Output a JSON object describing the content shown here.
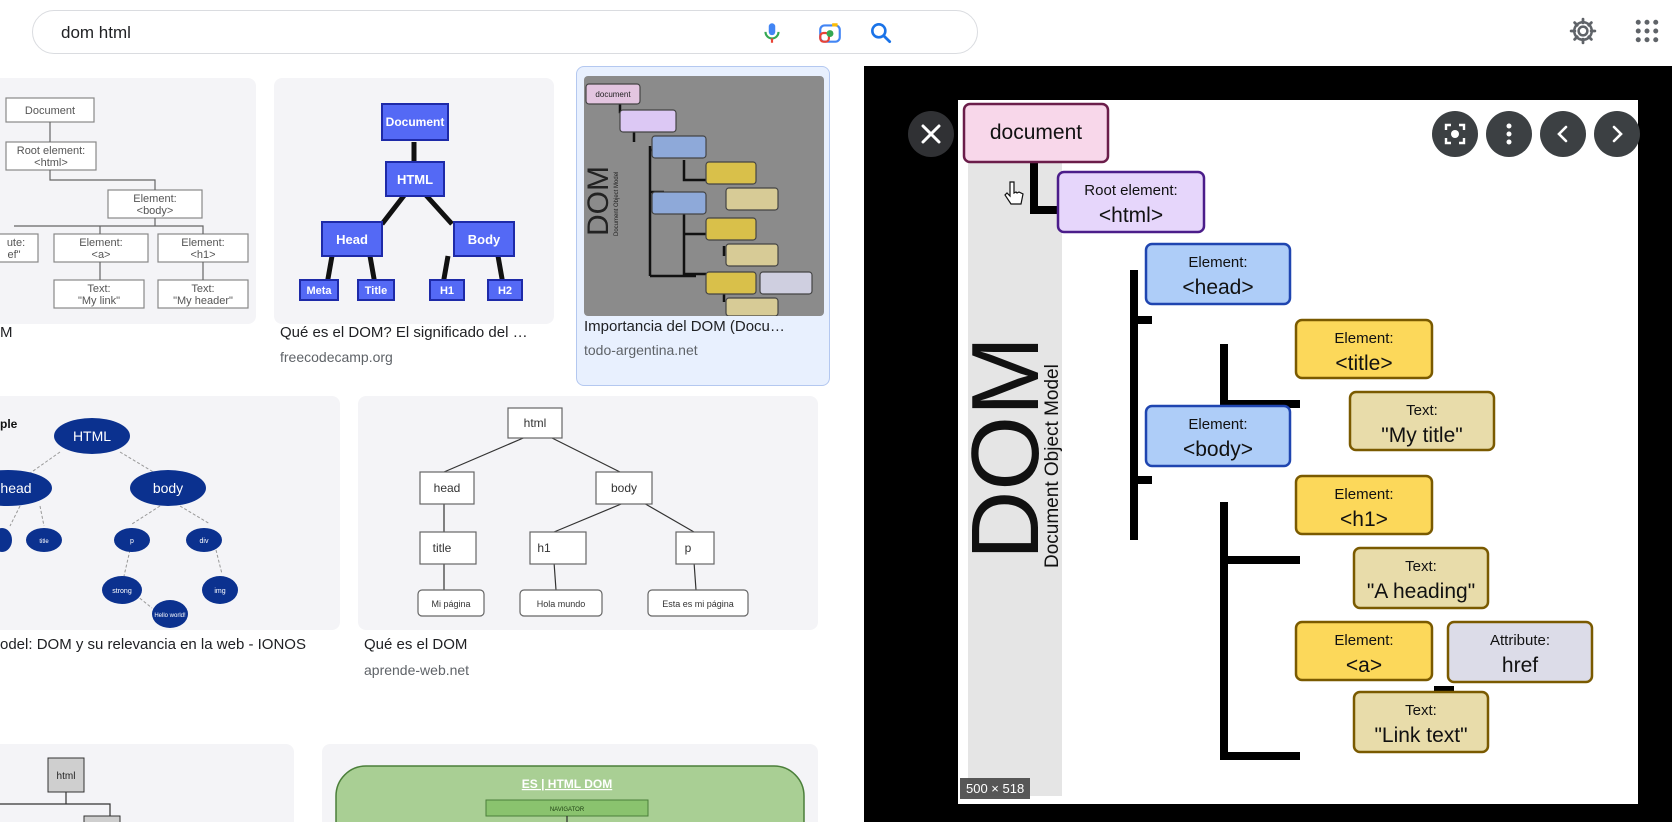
{
  "search": {
    "query": "dom html"
  },
  "grid": {
    "r1c1": {
      "title": "M"
    },
    "r1c2": {
      "title": "Qué es el DOM? El significado del …",
      "source": "freecodecamp.org",
      "labels": {
        "document": "Document",
        "html": "HTML",
        "head": "Head",
        "body": "Body",
        "meta": "Meta",
        "title": "Title",
        "h1": "H1",
        "h2": "H2"
      }
    },
    "r1c3": {
      "title": "Importancia del DOM (Docu…",
      "source": "todo-argentina.net",
      "labels": {
        "document": "document",
        "dom": "DOM",
        "sub": "Document Object Model"
      }
    },
    "r1c1_labels": {
      "document": "Document",
      "root1": "Root element:",
      "root2": "<html>",
      "body1": "Element:",
      "body2": "<body>",
      "attr1": "ute:",
      "attr2": "ef\"",
      "a1": "Element:",
      "a2": "<a>",
      "h1a": "Element:",
      "h1b": "<h1>",
      "t1a": "Text:",
      "t1b": "\"My link\"",
      "t2a": "Text:",
      "t2b": "\"My header\""
    },
    "r2c1": {
      "title": "odel: DOM y su relevancia en la web - IONOS",
      "labels": {
        "ple": "ple",
        "html": "HTML",
        "head": "head",
        "body": "body",
        "title": "title",
        "p": "p",
        "div": "div",
        "strong": "strong",
        "img": "img",
        "hello": "Hello world!"
      }
    },
    "r2c2": {
      "title": "Qué es el DOM",
      "source": "aprende-web.net",
      "labels": {
        "html": "html",
        "head": "head",
        "body": "body",
        "title": "title",
        "h1": "h1",
        "p": "p",
        "mi": "Mi página",
        "hola": "Hola mundo",
        "esta": "Esta es mi página"
      }
    },
    "r3c1": {
      "labels": {
        "html": "html"
      }
    },
    "r3c2": {
      "labels": {
        "title": "ES | HTML DOM",
        "nav": "NAVIGATOR"
      }
    }
  },
  "viewer": {
    "dimensions": "500 × 518",
    "diagram": {
      "dom": "DOM",
      "subtitle": "Document Object Model",
      "document": "document",
      "root_label": "Root element:",
      "root_tag": "<html>",
      "head_label": "Element:",
      "head_tag": "<head>",
      "title_label": "Element:",
      "title_tag": "<title>",
      "title_text_label": "Text:",
      "title_text": "\"My title\"",
      "body_label": "Element:",
      "body_tag": "<body>",
      "h1_label": "Element:",
      "h1_tag": "<h1>",
      "h1_text_label": "Text:",
      "h1_text": "\"A heading\"",
      "a_label": "Element:",
      "a_tag": "<a>",
      "attr_label": "Attribute:",
      "attr_value": "href",
      "a_text_label": "Text:",
      "a_text": "\"Link text\""
    }
  },
  "colors": {
    "accent": "#1a73e8",
    "doc": "#f8d7ea",
    "root": "#e6d6fb",
    "element": "#aecdf8",
    "yellow": "#fcd85a",
    "text": "#e8dcaa",
    "attr": "#dcdce8"
  }
}
